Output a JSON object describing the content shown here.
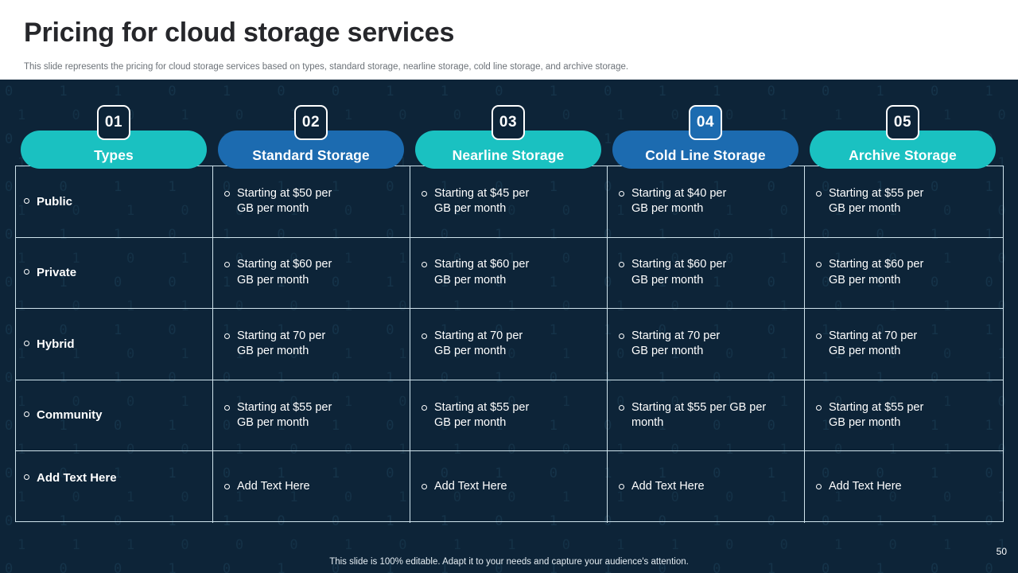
{
  "header": {
    "title": "Pricing for cloud storage services",
    "subtitle": "This slide represents the pricing for cloud storage services based on types, standard storage, nearline storage, cold line storage, and archive storage."
  },
  "colors": {
    "background": "#0d2438",
    "header_band": "#ffffff",
    "teal": "#1ac1c1",
    "blue": "#1c6bb0",
    "grid_line": "#cfe3ec",
    "title_text": "#26272b",
    "subtitle_text": "#6c7278"
  },
  "columns": [
    {
      "number": "01",
      "label": "Types",
      "accent": "#1ac1c1",
      "badge_fill": "#0d2438"
    },
    {
      "number": "02",
      "label": "Standard Storage",
      "accent": "#1c6bb0",
      "badge_fill": "#0d2438"
    },
    {
      "number": "03",
      "label": "Nearline Storage",
      "accent": "#1ac1c1",
      "badge_fill": "#0d2438"
    },
    {
      "number": "04",
      "label": "Cold Line Storage",
      "accent": "#1c6bb0",
      "badge_fill": "#1c6bb0"
    },
    {
      "number": "05",
      "label": "Archive Storage",
      "accent": "#1ac1c1",
      "badge_fill": "#0d2438"
    }
  ],
  "table": {
    "rows": [
      {
        "type": "Public",
        "standard": "Starting at $50 per\nGB per month",
        "nearline": "Starting at $45 per\nGB per month",
        "coldline": "Starting at $40 per\nGB per month",
        "archive": "Starting at $55 per\nGB per month"
      },
      {
        "type": "Private",
        "standard": "Starting at $60 per\nGB per month",
        "nearline": "Starting at $60 per\nGB per month",
        "coldline": "Starting at $60 per\nGB per month",
        "archive": "Starting at $60 per\nGB per month"
      },
      {
        "type": "Hybrid",
        "standard": "Starting at 70 per\nGB per month",
        "nearline": "Starting at 70 per\nGB per month",
        "coldline": "Starting at 70 per\nGB per month",
        "archive": "Starting at 70 per\nGB per month"
      },
      {
        "type": "Community",
        "standard": "Starting at $55 per\nGB per month",
        "nearline": "Starting at $55 per\nGB per month",
        "coldline": "Starting at $55 per GB per\nmonth",
        "archive": "Starting at $55 per\nGB per month"
      },
      {
        "type": "Add Text Here",
        "standard": "Add Text Here",
        "nearline": "Add Text Here",
        "coldline": "Add Text Here",
        "archive": "Add Text Here"
      }
    ]
  },
  "footer": {
    "note": "This slide is 100% editable. Adapt it to your needs and capture your audience's attention.",
    "page_number": "50"
  },
  "background_pattern": {
    "rows": [
      "0 1 1 0 1 0 0 1 1 0 1 0 1 1 0 0 1 0 1 1 0 1 0 0 1 1 0 1",
      "1 0 0 1 0 1 1 0 0 1 0 1 0 0 1 1 0 1 0 0 1 0 1 1 0 0 1 0",
      "0 1 0 1 1 0 1 0 1 0 0 1 1 0 1 0 1 1 0 0 1 1 0 1 0 1 0 1",
      "1 1 0 0 1 1 0 1 0 1 1 0 0 1 0 1 0 0 1 1 0 1 1 0 1 0 1 0",
      "0 0 1 1 0 1 1 0 1 0 1 0 1 1 0 0 1 0 1 0 0 1 0 1 1 0 0 1",
      "1 0 1 0 0 1 0 1 1 0 0 1 0 1 0 1 1 0 0 1 1 0 1 0 0 1 1 0",
      "0 1 1 0 1 0 1 0 0 1 1 0 1 0 1 0 0 1 1 0 1 0 0 1 0 1 0 1",
      "1 1 0 1 0 0 1 1 0 1 0 1 0 0 1 1 0 1 0 1 0 1 1 0 1 0 1 1",
      "0 1 0 0 1 1 0 1 1 0 1 0 1 1 0 0 1 0 0 1 1 0 1 0 1 1 0 0",
      "1 0 1 1 0 0 1 0 1 1 0 1 0 0 1 0 1 1 0 0 1 1 0 1 0 0 1 1",
      "0 0 1 0 1 1 0 0 1 0 1 1 0 1 0 1 0 1 1 0 0 1 0 0 1 1 0 1",
      "1 1 0 1 1 0 1 1 0 0 1 0 1 0 1 1 0 0 1 1 0 1 0 1 1 0 1 0",
      "0 1 1 0 0 1 0 1 0 1 0 1 1 0 0 1 1 0 1 0 1 0 1 1 0 1 0 0",
      "1 0 0 1 1 0 1 0 1 0 1 0 0 1 1 0 0 1 0 1 1 0 0 1 1 0 1 1",
      "0 1 0 1 0 1 1 0 0 1 1 0 1 0 0 1 0 1 1 0 0 1 1 0 0 1 0 1",
      "1 1 0 0 1 0 0 1 1 0 0 1 0 1 1 0 1 1 0 0 1 0 1 1 0 0 1 0",
      "0 0 1 1 0 1 1 0 0 1 0 1 1 0 1 0 0 1 0 1 1 0 1 0 1 1 0 1",
      "1 0 1 0 1 1 0 1 0 0 1 1 0 0 1 1 0 0 1 1 0 1 0 1 0 0 1 1",
      "0 1 0 1 1 0 0 1 1 0 1 0 0 1 0 0 1 1 0 0 1 1 0 1 1 0 0 1",
      "1 1 1 0 0 0 1 0 1 1 0 1 1 0 0 1 0 1 1 0 0 0 1 0 1 1 0 0",
      "0 0 0 1 0 1 0 1 1 0 1 1 0 0 1 0 1 0 0 1 1 0 1 1 0 1 0 1"
    ]
  }
}
